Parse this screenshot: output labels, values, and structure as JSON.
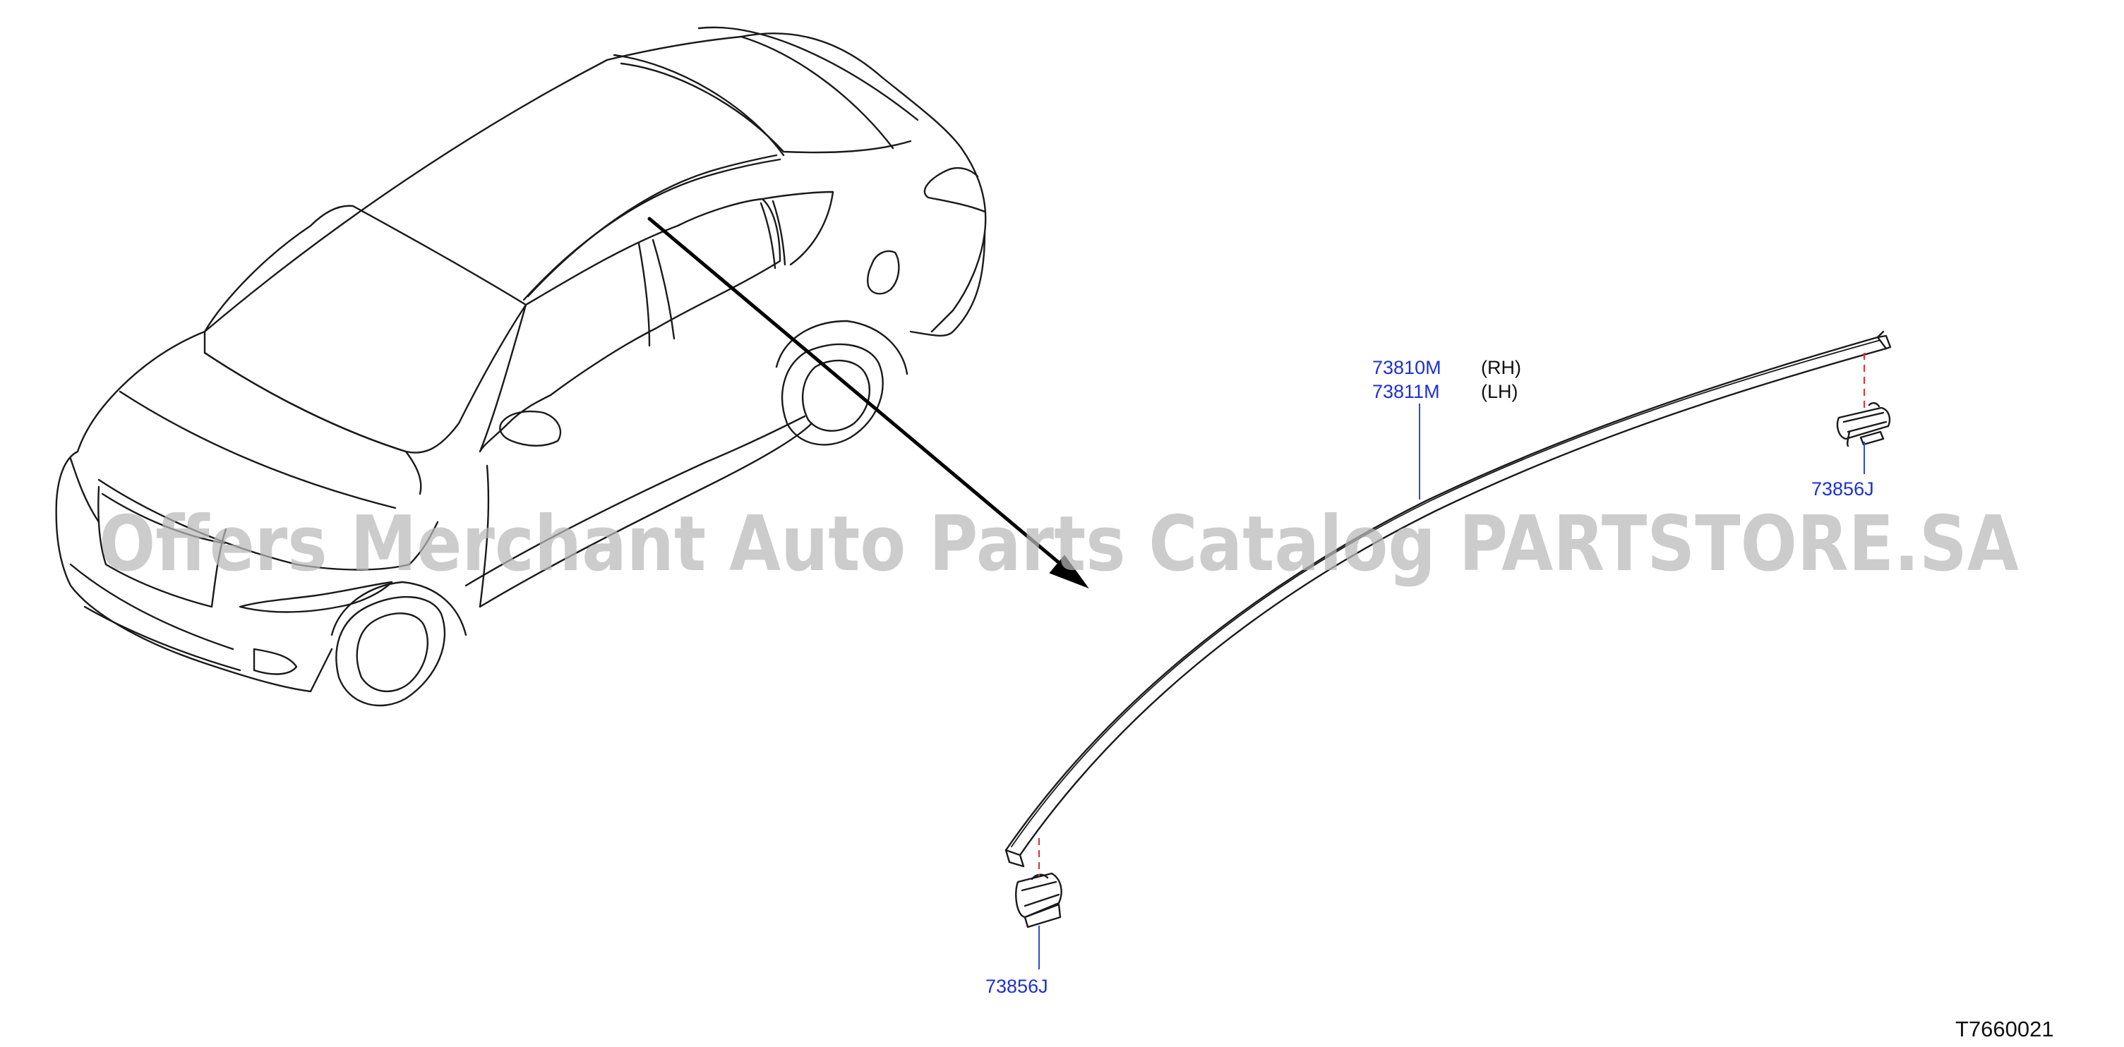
{
  "watermark": "Offers Merchant Auto Parts Catalog PARTSTORE.SA",
  "diagram_id": "T7660021",
  "parts": {
    "molding": {
      "part_rh": "73810M",
      "side_rh": "(RH)",
      "part_lh": "73811M",
      "side_lh": "(LH)"
    },
    "clip_rear": "73856J",
    "clip_front": "73856J"
  },
  "colors": {
    "callout_text": "#1c2fd6",
    "leader_line": "#2a4cd7",
    "hidden_line": "#e03030",
    "drawing_line": "#1a1a1a",
    "watermark": "#b9b9b9"
  },
  "icons": {
    "vehicle": "sedan-outline-icon",
    "arrow": "pointer-arrow-icon",
    "molding": "roof-drip-molding-icon",
    "clip": "molding-clip-icon"
  }
}
